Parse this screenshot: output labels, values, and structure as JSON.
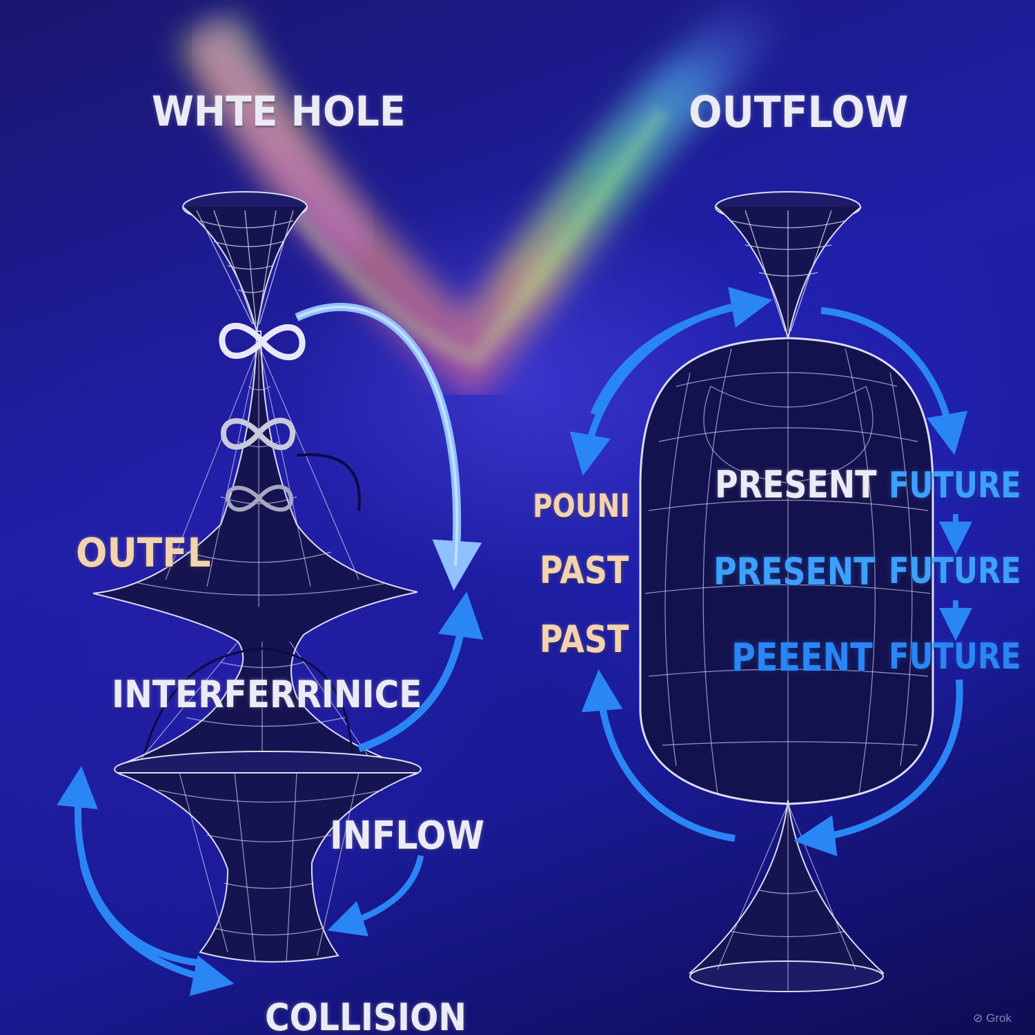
{
  "labels": {
    "white_hole": "WHTE HOLE",
    "outflow_top": "OUTFLOW",
    "outfl": "OUTFL",
    "interference": "INTERFERRINICE",
    "inflow": "INFLOW",
    "collision": "COLLISION",
    "pouni": "POUNI",
    "past_1": "PAST",
    "past_2": "PAST",
    "present_1": "PRESENT",
    "present_2": "PRESENT",
    "present_3": "PEEENT",
    "future_1": "FUTURE",
    "future_2": "FUTURE",
    "future_3": "FUTURE"
  },
  "watermark": "Grok",
  "icons": [
    "infinity-symbol-icon",
    "infinity-symbol-icon",
    "infinity-symbol-icon",
    "grok-logo-icon"
  ],
  "colors": {
    "background": "#1f1fa8",
    "arrow_blue": "#2a86f5",
    "arrow_light": "#9ec8ff",
    "label_white": "#eceaf6",
    "label_peach": "#f3d2b0",
    "label_blue": "#3da0ff"
  }
}
